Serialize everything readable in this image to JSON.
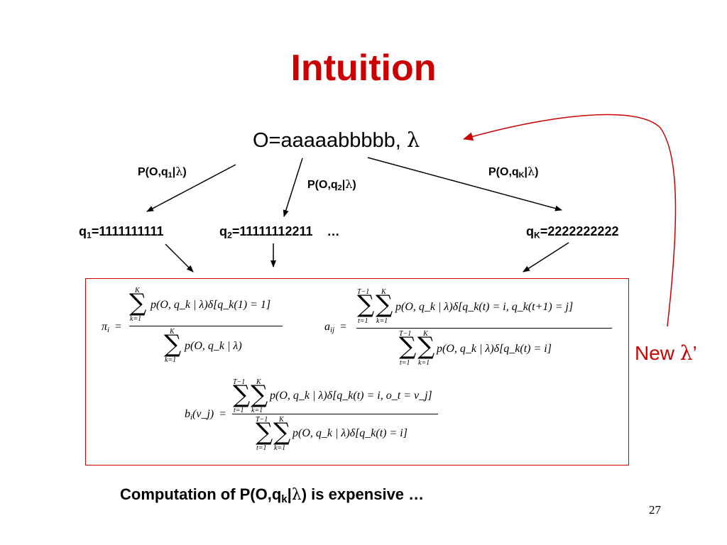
{
  "slide": {
    "title": "Intuition",
    "observation": {
      "prefix": "O=aaaaabbbbb, ",
      "lambda": "λ"
    },
    "prob_labels": [
      {
        "head": "P(O,q",
        "sub": "1",
        "tail": "|",
        "lambda": "λ",
        "close": ")"
      },
      {
        "head": "P(O,q",
        "sub": "2",
        "tail": "|",
        "lambda": "λ",
        "close": ")"
      },
      {
        "head": "P(O,q",
        "sub": "K",
        "tail": "|",
        "lambda": "λ",
        "close": ")"
      }
    ],
    "states": [
      {
        "head": "q",
        "sub": "1",
        "value": "=1111111111"
      },
      {
        "head": "q",
        "sub": "2",
        "value": "=11111112211",
        "ellipsis": "…"
      },
      {
        "head": "q",
        "sub": "K",
        "value": "=2222222222"
      }
    ],
    "new_lambda": {
      "text": "New ",
      "lambda": "λ",
      "prime": "’"
    },
    "footer": {
      "head": "Computation of  P(O,q",
      "sub": "k",
      "bar": "|",
      "lambda": "λ",
      "tail": ")  is expensive …"
    },
    "page_number": "27"
  },
  "formulas": {
    "sigma": "∑",
    "pi": {
      "lhs": "π",
      "lhs_sub": "i",
      "eq": "=",
      "upper": "K",
      "lower": "k=1",
      "num": "p(O, q_k | λ)δ[q_k(1) = 1]",
      "den": "p(O, q_k | λ)"
    },
    "a": {
      "lhs": "a",
      "lhs_sub": "ij",
      "eq": "=",
      "upper_t": "T−1",
      "lower_t": "t=1",
      "upper_k": "K",
      "lower_k": "k=1",
      "num": "p(O, q_k | λ)δ[q_k(t) = i, q_k(t+1) = j]",
      "den": "p(O, q_k | λ)δ[q_k(t) = i]"
    },
    "b": {
      "lhs": "b",
      "lhs_sub": "i",
      "lhs_arg": "(v_j)",
      "eq": "=",
      "upper_t": "T−1",
      "lower_t": "t=1",
      "upper_k": "K",
      "lower_k": "k=1",
      "num": "p(O, q_k | λ)δ[q_k(t) = i, o_t = v_j]",
      "den": "p(O, q_k | λ)δ[q_k(t) = i]"
    }
  },
  "colors": {
    "accent": "#cc0000",
    "text": "#000000"
  }
}
